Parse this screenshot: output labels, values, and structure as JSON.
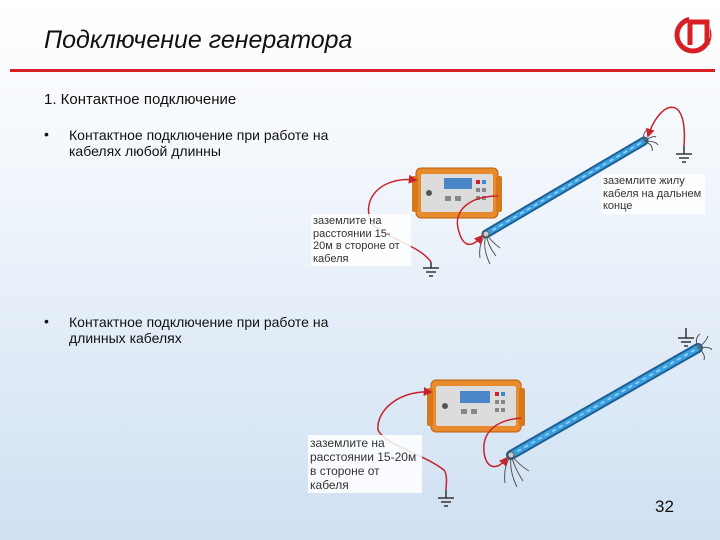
{
  "slide": {
    "title": "Подключение генератора",
    "section_heading": "1. Контактное подключение",
    "bullets": [
      {
        "marker": "•",
        "text": "Контактное подключение при работе на кабелях любой длинны"
      },
      {
        "marker": "•",
        "text": "Контактное подключение при работе на длинных кабелях"
      }
    ],
    "page_number": "32"
  },
  "diagram_top": {
    "note_far_end": "заземлите жилу кабеля на дальнем конце",
    "note_ground": "заземлите на расстоянии 15-20м в стороне от кабеля"
  },
  "diagram_bottom": {
    "note_ground": "заземлите на расстоянии 15-20м в стороне от кабеля"
  },
  "colors": {
    "accent": "#d71f26",
    "device_orange": "#e98a2c",
    "cable_blue": "#2f8fd0",
    "arrow_red": "#c8232c"
  },
  "icons": {
    "logo": "company-logo-icon",
    "ground": "ground-symbol-icon",
    "generator": "generator-device-icon"
  }
}
